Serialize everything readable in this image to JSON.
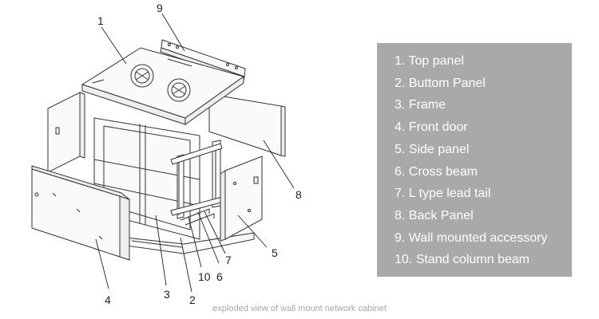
{
  "diagram": {
    "callouts": [
      "1",
      "9",
      "8",
      "5",
      "7",
      "6",
      "10",
      "2",
      "3",
      "4"
    ]
  },
  "legend": {
    "items": [
      "1. Top panel",
      "2. Buttom Panel",
      "3. Frame",
      "4. Front door",
      "5. Side panel",
      "6. Cross beam",
      "7. L type lead tail",
      "8. Back Panel",
      "9. Wall mounted accessory",
      "10. Stand column beam"
    ]
  },
  "caption": "exploded view of wall mount network cabinet"
}
